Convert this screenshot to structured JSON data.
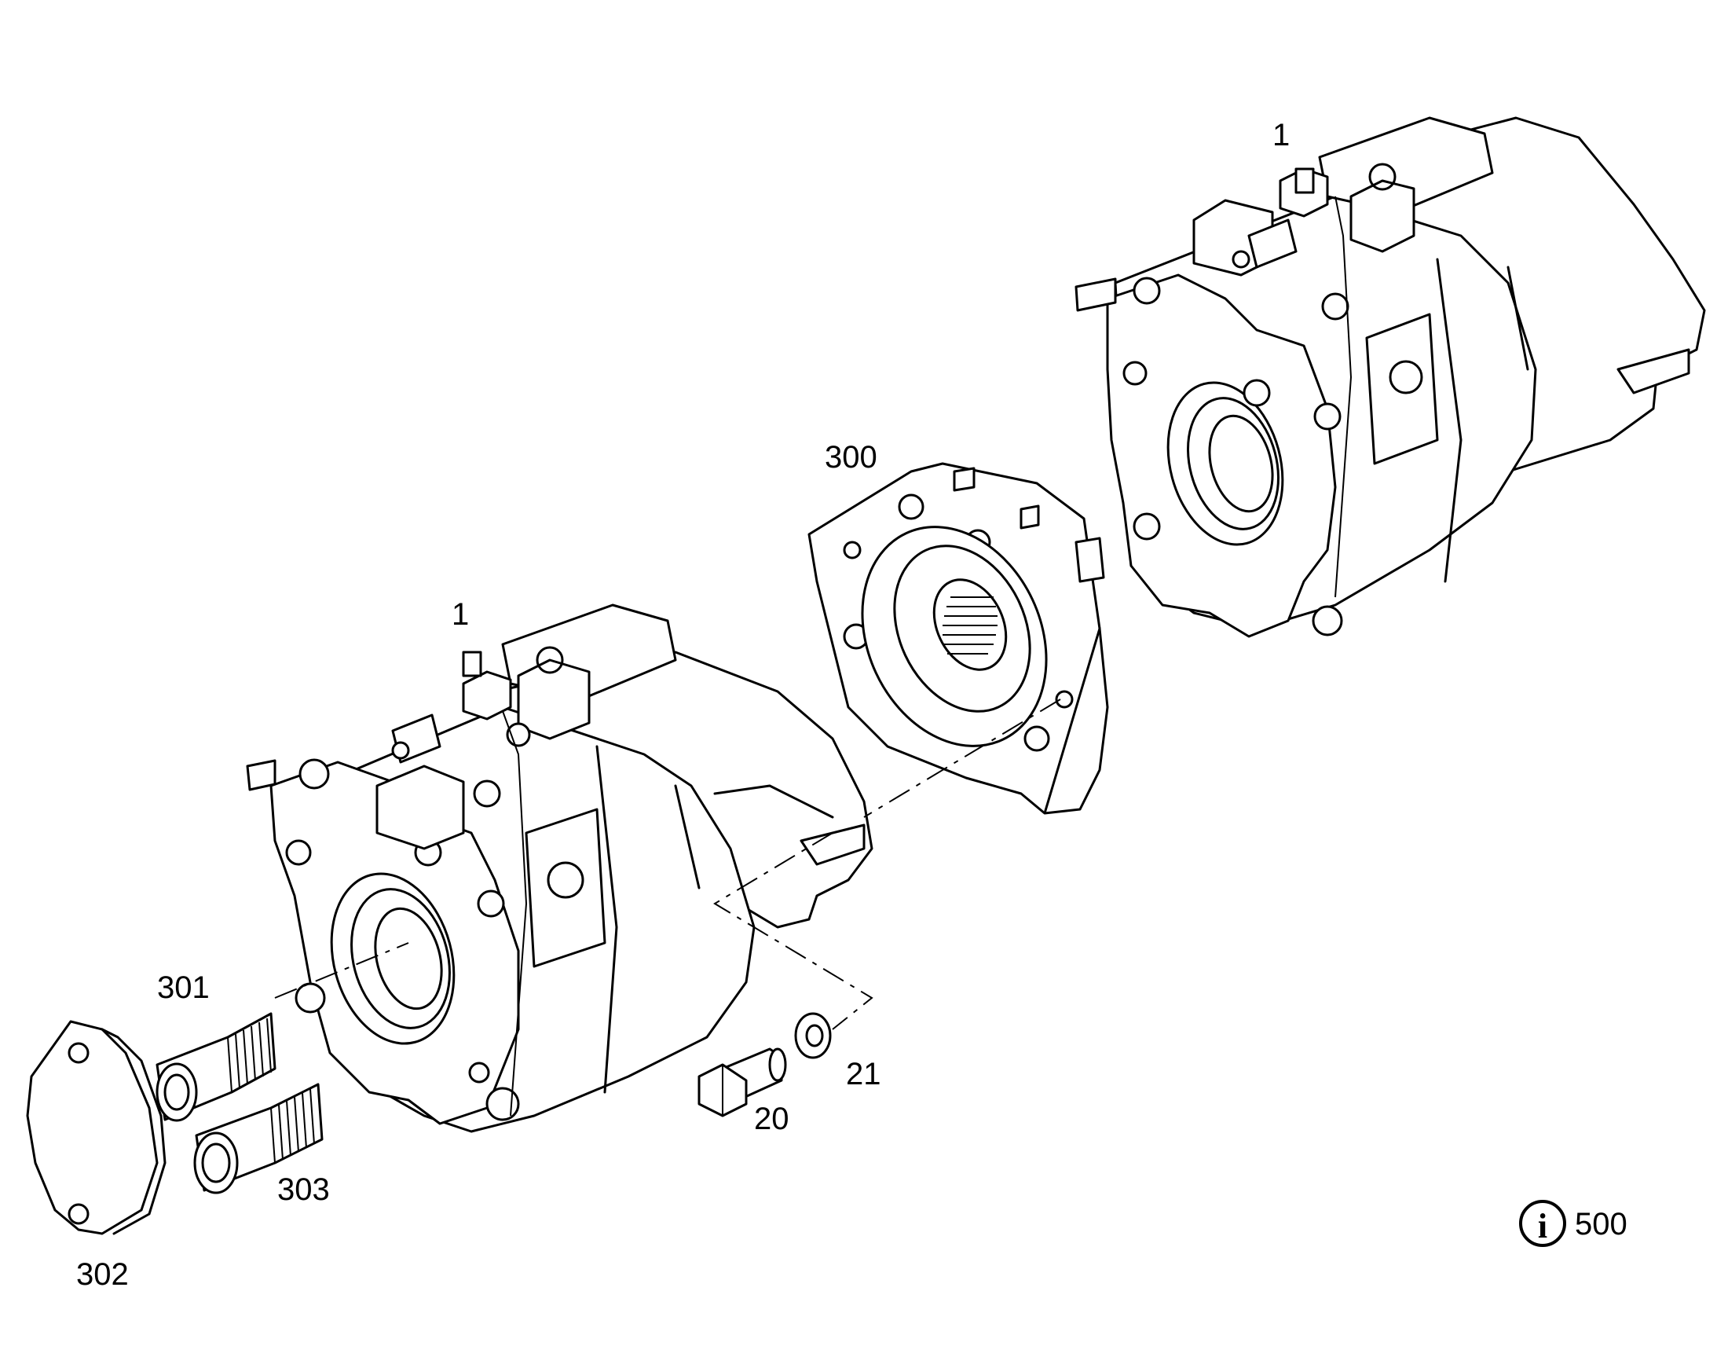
{
  "colors": {
    "line": "#000000",
    "background": "#ffffff"
  },
  "callouts": {
    "pump_main": "1",
    "pump_top": "1",
    "adapter_flange": "300",
    "coupling_301": "301",
    "cover_plate": "302",
    "coupling_303": "303",
    "bolt": "20",
    "washer": "21"
  },
  "info": {
    "icon": "info-icon",
    "code": "500"
  }
}
